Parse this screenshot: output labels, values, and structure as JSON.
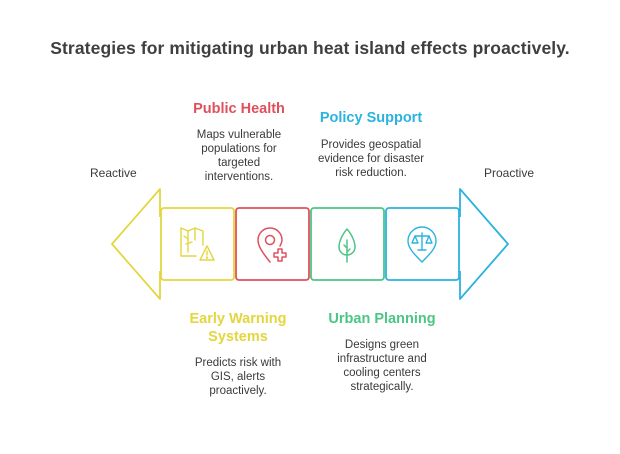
{
  "title": "Strategies for mitigating urban heat island effects proactively.",
  "ends": {
    "left": "Reactive",
    "right": "Proactive"
  },
  "colors": {
    "yellow": "#e3d63f",
    "red": "#e0505c",
    "green": "#4cc585",
    "blue": "#2bb3e0",
    "text": "#3a3a3a"
  },
  "steps": [
    {
      "heading_lines": [
        "Early Warning",
        "Systems"
      ],
      "desc_lines": [
        "Predicts risk with",
        "GIS, alerts",
        "proactively."
      ],
      "icon": "map-warning-icon",
      "color": "#e3d63f",
      "label_position": "below"
    },
    {
      "heading_lines": [
        "Public Health"
      ],
      "desc_lines": [
        "Maps vulnerable",
        "populations for",
        "targeted",
        "interventions."
      ],
      "icon": "location-medical-icon",
      "color": "#e0505c",
      "label_position": "above"
    },
    {
      "heading_lines": [
        "Urban Planning"
      ],
      "desc_lines": [
        "Designs green",
        "infrastructure and",
        "cooling centers",
        "strategically."
      ],
      "icon": "tree-icon",
      "color": "#4cc585",
      "label_position": "below"
    },
    {
      "heading_lines": [
        "Policy Support"
      ],
      "desc_lines": [
        "Provides geospatial",
        "evidence for disaster",
        "risk reduction."
      ],
      "icon": "scales-location-icon",
      "color": "#2bb3e0",
      "label_position": "above"
    }
  ]
}
